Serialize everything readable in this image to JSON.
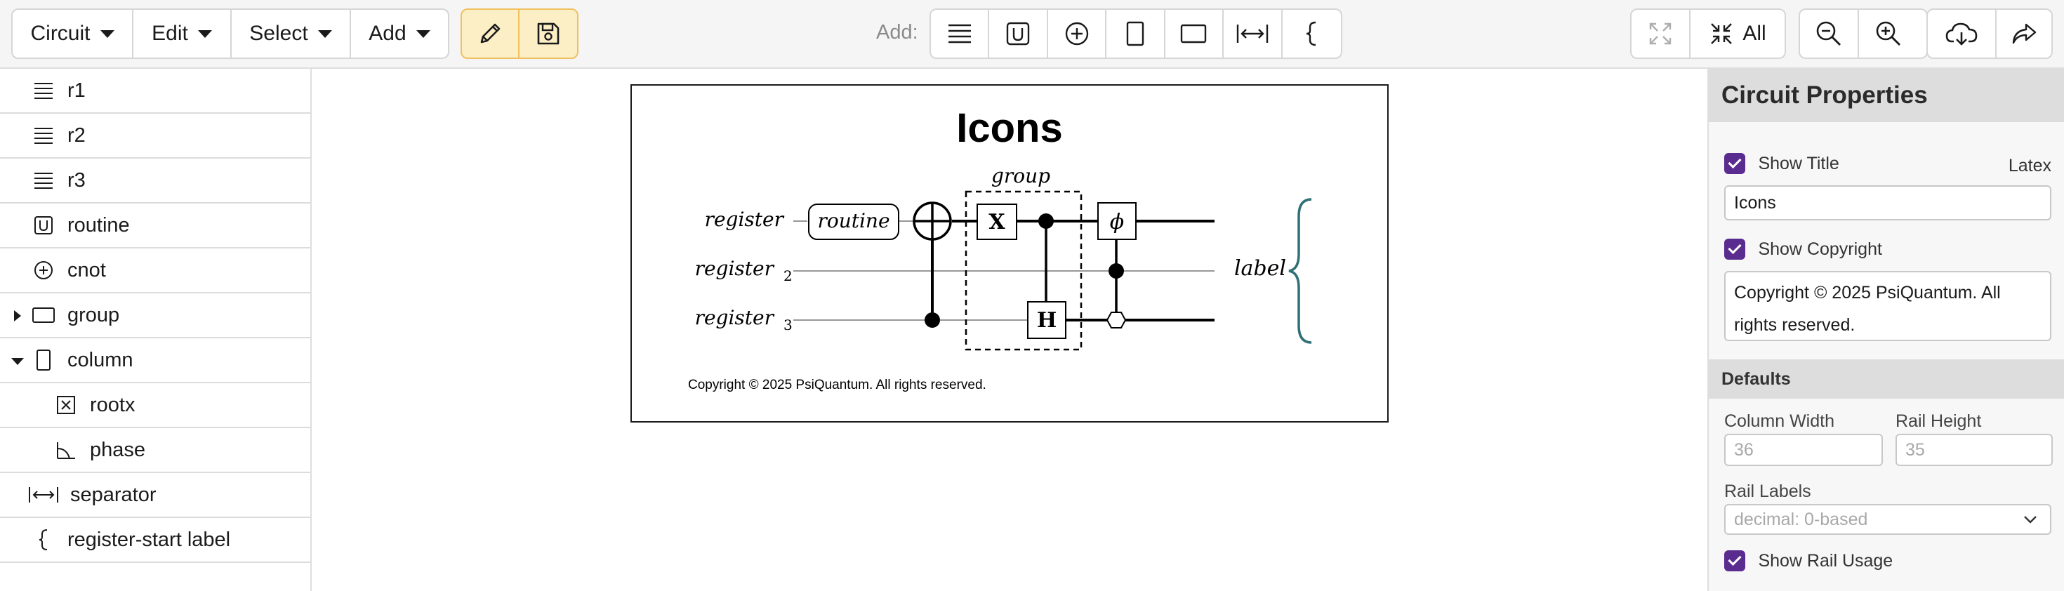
{
  "toolbar": {
    "menus": [
      {
        "label": "Circuit"
      },
      {
        "label": "Edit"
      },
      {
        "label": "Select"
      },
      {
        "label": "Add"
      }
    ],
    "add_label": "Add:",
    "zoom_all_label": "All",
    "icons": {
      "pencil": "pencil-icon",
      "save": "save-icon",
      "rail": "rail-icon",
      "routine": "routine-icon",
      "cnot": "cnot-icon",
      "column": "column-icon",
      "group": "group-icon",
      "separator": "separator-icon",
      "brace": "brace-icon"
    }
  },
  "tree": {
    "items": [
      {
        "label": "r1",
        "icon": "rail-icon"
      },
      {
        "label": "r2",
        "icon": "rail-icon"
      },
      {
        "label": "r3",
        "icon": "rail-icon"
      },
      {
        "label": "routine",
        "icon": "routine-icon"
      },
      {
        "label": "cnot",
        "icon": "cnot-icon"
      },
      {
        "label": "group",
        "icon": "group-icon",
        "expanded": false
      },
      {
        "label": "column",
        "icon": "column-icon",
        "expanded": true
      },
      {
        "label": "rootx",
        "icon": "rootx-icon"
      },
      {
        "label": "phase",
        "icon": "phase-icon"
      },
      {
        "label": "separator",
        "icon": "separator-icon"
      },
      {
        "label": "register-start label",
        "icon": "brace-icon"
      }
    ]
  },
  "circuit": {
    "title": "Icons",
    "group_label": "group",
    "register_labels": [
      "register",
      "register",
      "register"
    ],
    "register_subscripts": [
      "",
      "2",
      "3"
    ],
    "routine_label": "routine",
    "x_gate": "X",
    "h_gate": "H",
    "phase_symbol": "ϕ",
    "brace_label": "label",
    "copyright": "Copyright © 2025 PsiQuantum. All rights reserved."
  },
  "panel": {
    "title": "Circuit Properties",
    "show_title_label": "Show Title",
    "show_title_checked": true,
    "latex_label": "Latex",
    "title_value": "Icons",
    "show_copyright_label": "Show Copyright",
    "show_copyright_checked": true,
    "copyright_line1": "Copyright © 2025 PsiQuantum. All",
    "copyright_line2": "rights reserved.",
    "defaults_header": "Defaults",
    "column_width_label": "Column Width",
    "column_width_placeholder": "36",
    "rail_height_label": "Rail Height",
    "rail_height_placeholder": "35",
    "rail_labels_label": "Rail Labels",
    "rail_labels_value": "decimal: 0-based",
    "show_rail_usage_label": "Show Rail Usage",
    "show_rail_usage_checked": true
  },
  "colors": {
    "accent": "#5b2c8f",
    "edit_bg": "#fcefc6",
    "brace": "#2e7075"
  }
}
